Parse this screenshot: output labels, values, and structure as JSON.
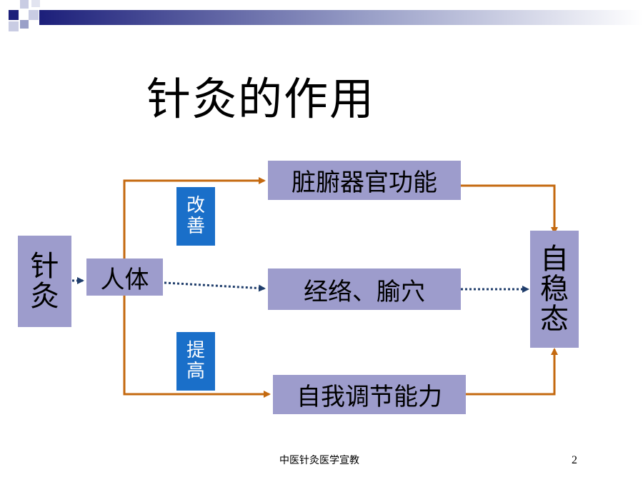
{
  "slide": {
    "title": "针灸的作用",
    "footer": "中医针灸医学宣教",
    "page_number": "2"
  },
  "diagram": {
    "source": [
      "针",
      "灸"
    ],
    "body": "人体",
    "top_target": "脏腑器官功能",
    "middle_target": "经络、腧穴",
    "bottom_target": "自我调节能力",
    "result": [
      "自",
      "稳",
      "态"
    ],
    "upper_label": [
      "改",
      "善"
    ],
    "lower_label": [
      "提",
      "高"
    ]
  },
  "colors": {
    "box_fill": "#9d9ccc",
    "label_fill": "#1a6fc9",
    "solid_arrow": "#c4690f",
    "dotted_arrow": "#1f3d6b"
  }
}
